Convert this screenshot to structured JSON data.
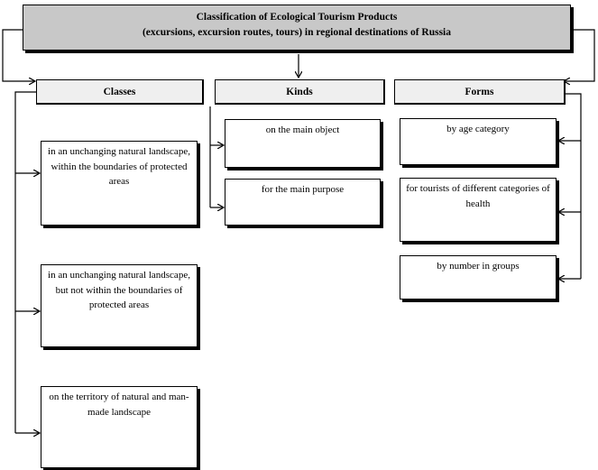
{
  "title": {
    "line1": "Classification of Ecological Tourism Products",
    "line2": "(excursions, excursion routes, tours) in regional destinations of Russia"
  },
  "columns": [
    {
      "header": "Classes",
      "items": [
        "in an unchanging natural landscape, within the boundaries of protected areas",
        "in an unchanging natural landscape, but not within the boundaries of protected areas",
        "on the territory of natural and man-made landscape"
      ]
    },
    {
      "header": "Kinds",
      "items": [
        "on the main object",
        "for the main purpose"
      ]
    },
    {
      "header": "Forms",
      "items": [
        "by age category",
        "for tourists of different categories of health",
        "by number in groups"
      ]
    }
  ]
}
